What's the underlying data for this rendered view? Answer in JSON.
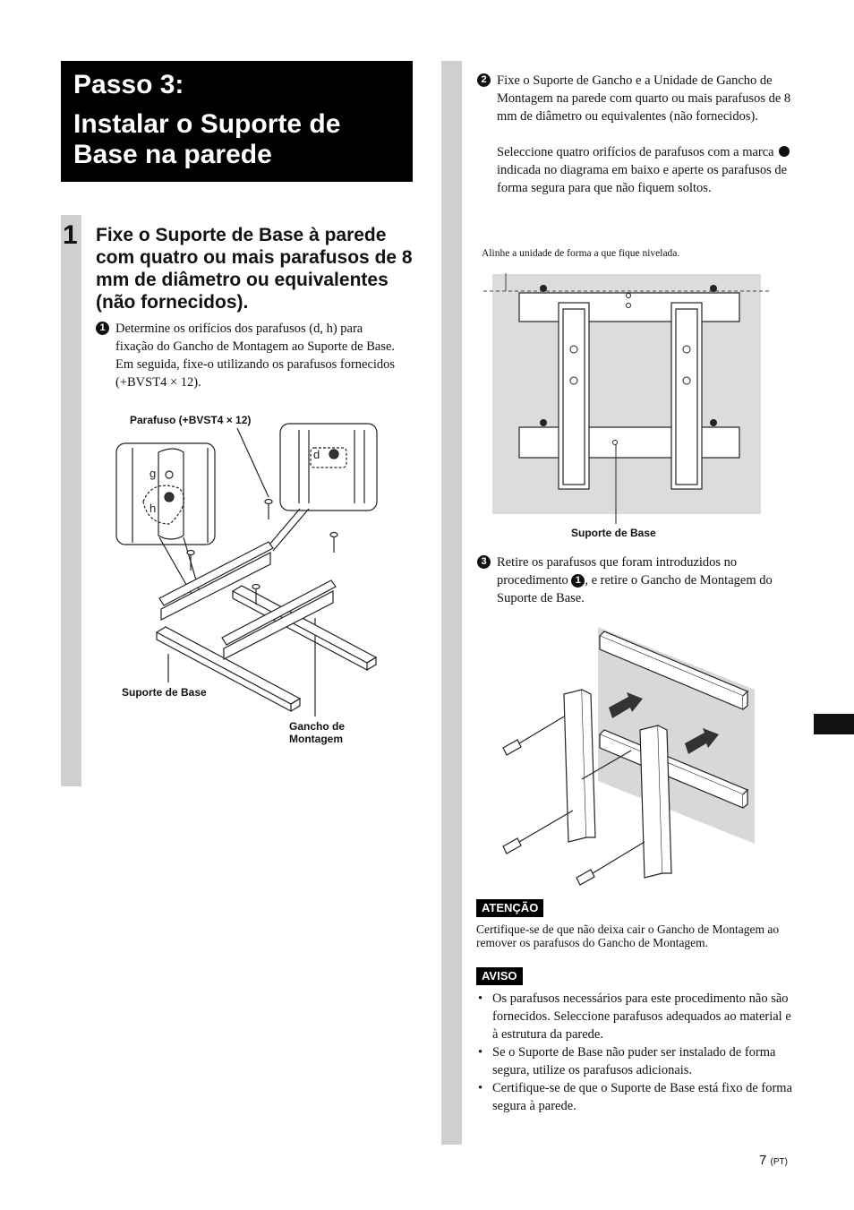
{
  "header": {
    "title_line1": "Passo 3:",
    "title_line2": "Instalar o Suporte de Base na parede"
  },
  "step1": {
    "number": "1",
    "heading": "Fixe o Suporte de Base à parede com quatro ou mais parafusos de 8 mm de diâmetro ou equivalentes (não fornecidos).",
    "sub1_num": "1",
    "sub1_text": "Determine os orifícios dos parafusos (d, h) para fixação do Gancho de Montagem ao Suporte de Base. Em seguida, fixe-o utilizando os parafusos fornecidos (+BVST4 × 12)."
  },
  "figure1": {
    "label_screw": "Parafuso (+BVST4 × 12)",
    "label_base": "Suporte de Base",
    "label_hook": "Gancho de Montagem",
    "hole_g": "g",
    "hole_h": "h",
    "hole_d": "d"
  },
  "right": {
    "sub2_num": "2",
    "sub2_text": "Fixe o Suporte de Gancho e a Unidade de Gancho de Montagem na parede com quarto ou mais parafusos de 8 mm de diâmetro ou equivalentes (não fornecidos).",
    "sub2_text2_a": "Seleccione quatro orifícios de parafusos com a marca",
    "sub2_text2_b": "indicada no diagrama em baixo e aperte os parafusos de forma segura para que não fiquem soltos.",
    "figure2_note": "Alinhe a unidade de forma a que fique nivelada.",
    "figure2_label": "Suporte de Base",
    "sub3_num": "3",
    "sub3_text_a": "Retire os parafusos que foram introduzidos no procedimento",
    "sub3_ref": "1",
    "sub3_text_b": ", e retire o Gancho de Montagem do Suporte de Base."
  },
  "caution": {
    "tag": "ATENÇÃO",
    "text": "Certifique-se de que não deixa cair o Gancho de Montagem ao remover os parafusos do Gancho de Montagem."
  },
  "notice": {
    "tag": "AVISO",
    "items": [
      "Os parafusos necessários para este procedimento não são fornecidos. Seleccione parafusos adequados ao material e à estrutura da parede.",
      "Se o Suporte de Base não puder ser instalado de forma segura, utilize os parafusos adicionais.",
      "Certifique-se de que o Suporte de Base está fixo de forma segura à parede."
    ]
  },
  "footer": {
    "page": "7",
    "suffix": "(PT)"
  }
}
